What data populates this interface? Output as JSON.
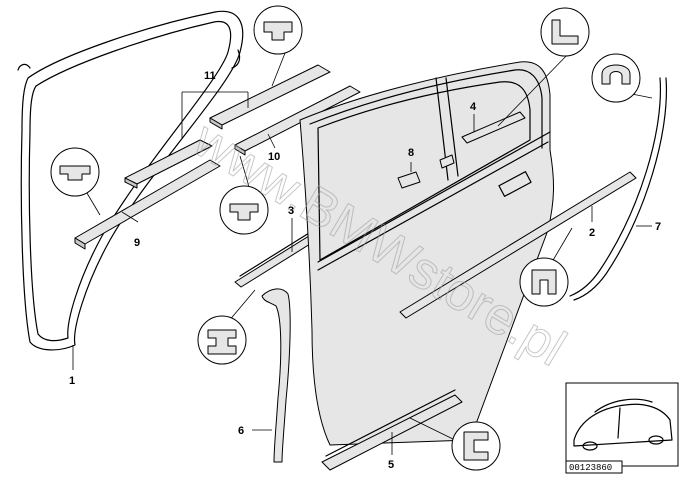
{
  "watermark": "www.BMWstore.pl",
  "reference_number": "00123860",
  "part_numbers": {
    "p1": "1",
    "p2": "2",
    "p3": "3",
    "p4": "4",
    "p5": "5",
    "p6": "6",
    "p7": "7",
    "p8": "8",
    "p9": "9",
    "p10": "10",
    "p11": "11"
  }
}
